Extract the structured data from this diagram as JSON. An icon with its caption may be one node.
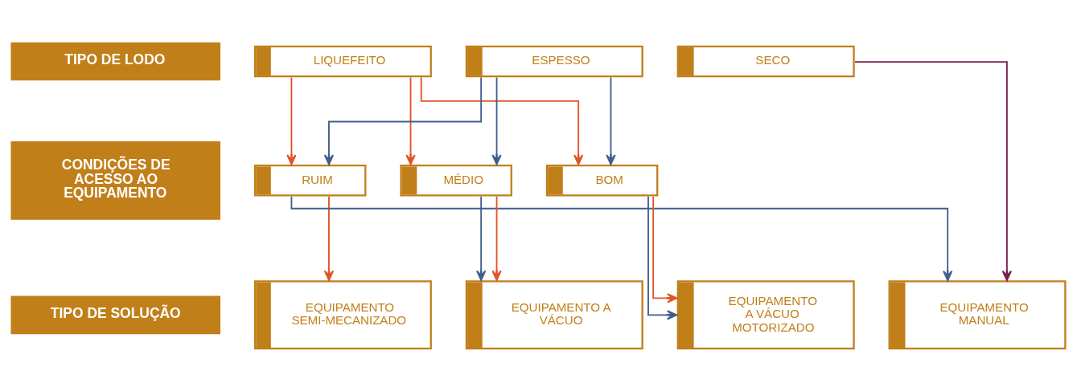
{
  "diagram": {
    "nodes": [
      {
        "text": [
          "TIPO DE LODO"
        ]
      },
      {
        "text": [
          "LIQUEFEITO"
        ]
      },
      {
        "text": [
          "ESPESSO"
        ]
      },
      {
        "text": [
          "SECO"
        ]
      },
      {
        "text": [
          "CONDIÇÕES DE ACESSO AO EQUIPAMENTO"
        ]
      },
      {
        "text": [
          "RUIM"
        ]
      },
      {
        "text": [
          "MÉDIO"
        ]
      },
      {
        "text": [
          "BOM"
        ]
      },
      {
        "text": [
          "TIPO DE SOLUÇÃO"
        ]
      },
      {
        "text": [
          "EQUIPAMENTO SEMI-MECANIZADO"
        ]
      },
      {
        "text": [
          "EQUIPAMENTO A VÁCUO"
        ]
      },
      {
        "text": [
          "EQUIPAMENTO A VÁCUO MOTORIZADO"
        ]
      },
      {
        "text": [
          "EQUIPAMENTO MANUAL"
        ]
      }
    ],
    "edges": [
      {
        "from": 1,
        "to": 5,
        "arrow": "to",
        "color": "#e0542a"
      },
      {
        "from": 1,
        "to": 6,
        "arrow": "to",
        "color": "#e0542a"
      },
      {
        "from": 1,
        "to": 7,
        "arrow": "to",
        "color": "#e0542a"
      },
      {
        "from": 2,
        "to": 5,
        "arrow": "to",
        "color": "#3f5f8c"
      },
      {
        "from": 2,
        "to": 6,
        "arrow": "to",
        "color": "#3f5f8c"
      },
      {
        "from": 2,
        "to": 7,
        "arrow": "to",
        "color": "#3f5f8c"
      },
      {
        "from": 3,
        "to": 12,
        "arrow": "to",
        "color": "#7a1f4f"
      },
      {
        "from": 5,
        "to": 9,
        "arrow": "to",
        "color": "#e0542a"
      },
      {
        "from": 5,
        "to": 12,
        "arrow": "to",
        "color": "#3f5f8c"
      },
      {
        "from": 6,
        "to": 10,
        "arrow": "to",
        "color": "#3f5f8c"
      },
      {
        "from": 6,
        "to": 10,
        "arrow": "to",
        "color": "#e0542a"
      },
      {
        "from": 7,
        "to": 11,
        "arrow": "to",
        "color": "#e0542a"
      },
      {
        "from": 7,
        "to": 11,
        "arrow": "to",
        "color": "#3f5f8c"
      }
    ]
  }
}
